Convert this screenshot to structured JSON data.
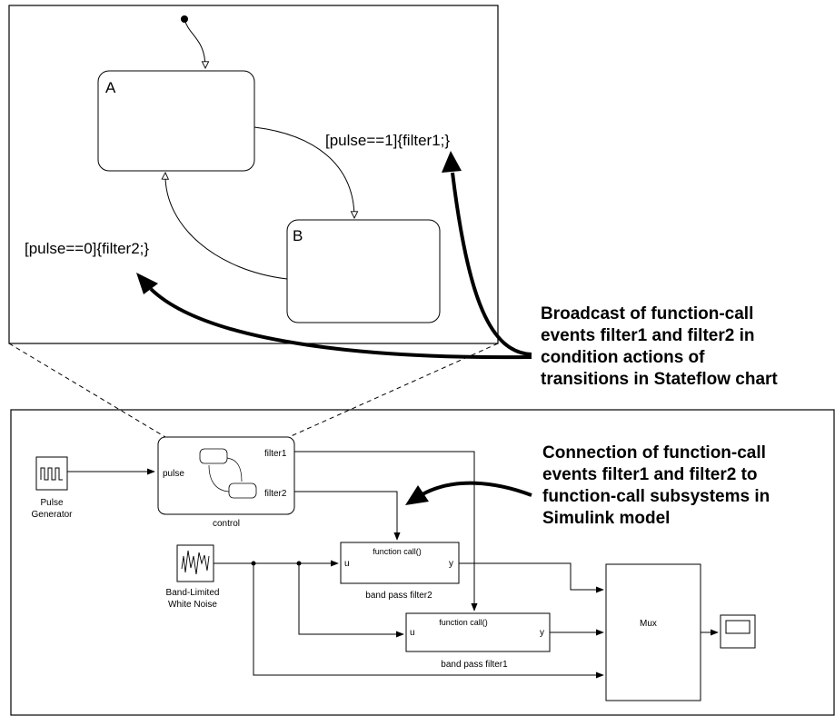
{
  "stateflow": {
    "state_a": "A",
    "state_b": "B",
    "transition_a_to_b": "[pulse==1]{filter1;}",
    "transition_b_to_a": "[pulse==0]{filter2;}"
  },
  "simulink": {
    "pulse_generator": [
      "Pulse",
      "Generator"
    ],
    "chart_block": {
      "name": "control",
      "input": "pulse",
      "output1": "filter1",
      "output2": "filter2"
    },
    "noise_block": [
      "Band-Limited",
      "White Noise"
    ],
    "filter2_block": {
      "header": "function call()",
      "in": "u",
      "out": "y",
      "name": "band pass filter2"
    },
    "filter1_block": {
      "header": "function call()",
      "in": "u",
      "out": "y",
      "name": "band pass filter1"
    },
    "mux": "Mux"
  },
  "callouts": {
    "broadcast": [
      "Broadcast of function-call",
      "events filter1 and filter2 in",
      "condition actions of",
      "transitions in Stateflow chart"
    ],
    "connection": [
      "Connection of function-call",
      "events filter1 and filter2 to",
      "function-call subsystems in",
      "Simulink model"
    ]
  }
}
